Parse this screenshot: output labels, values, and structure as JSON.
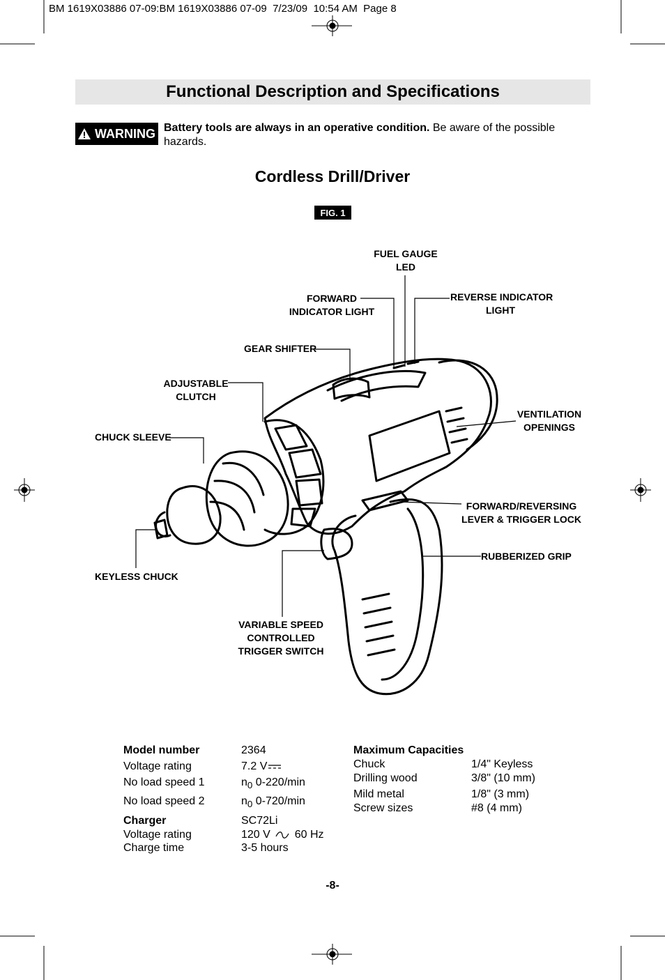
{
  "header": {
    "print_line": "BM 1619X03886 07-09:BM 1619X03886 07-09  7/23/09  10:54 AM  Page 8"
  },
  "section_title": "Functional Description and Specifications",
  "warning": {
    "badge_label": "WARNING",
    "bold_text": "Battery tools are always in an operative condition.",
    "text": " Be aware of the possible hazards."
  },
  "subtitle": "Cordless Drill/Driver",
  "figure": {
    "label": "FIG. 1",
    "callouts": {
      "fuel_gauge": [
        "FUEL GAUGE",
        "LED"
      ],
      "forward_indicator": [
        "FORWARD",
        "INDICATOR LIGHT"
      ],
      "reverse_indicator": [
        "REVERSE INDICATOR",
        "LIGHT"
      ],
      "gear_shifter": [
        "GEAR SHIFTER"
      ],
      "adjustable_clutch": [
        "ADJUSTABLE",
        "CLUTCH"
      ],
      "ventilation": [
        "VENTILATION",
        "OPENINGS"
      ],
      "chuck_sleeve": [
        "CHUCK SLEEVE"
      ],
      "forward_reversing": [
        "FORWARD/REVERSING",
        "LEVER & TRIGGER LOCK"
      ],
      "rubberized_grip": [
        "RUBBERIZED GRIP"
      ],
      "keyless_chuck": [
        "KEYLESS CHUCK"
      ],
      "variable_speed": [
        "VARIABLE SPEED",
        "CONTROLLED",
        "TRIGGER SWITCH"
      ]
    }
  },
  "specs": {
    "left": [
      {
        "label": "Model number",
        "value": "2364",
        "bold": true
      },
      {
        "label": "Voltage rating",
        "value": "7.2 V"
      },
      {
        "label": "No load speed 1",
        "value_prefix": "n",
        "value_sub": "0",
        "value": " 0-220/min"
      },
      {
        "label": "No load speed 2",
        "value_prefix": "n",
        "value_sub": "0",
        "value": " 0-720/min"
      },
      {
        "label": "Charger",
        "value": "SC72Li",
        "bold": true
      },
      {
        "label": "Voltage rating",
        "value": "120 V",
        "value_suffix": "60 Hz"
      },
      {
        "label": "Charge time",
        "value": "3-5 hours"
      }
    ],
    "right_heading": "Maximum Capacities",
    "right": [
      {
        "label": "Chuck",
        "value": "1/4\" Keyless"
      },
      {
        "label": "Drilling wood",
        "value": "3/8\" (10 mm)"
      },
      {
        "label": "Mild metal",
        "value": "1/8\" (3 mm)"
      },
      {
        "label": "Screw sizes",
        "value": "#8 (4 mm)"
      }
    ]
  },
  "page_number": "-8-"
}
